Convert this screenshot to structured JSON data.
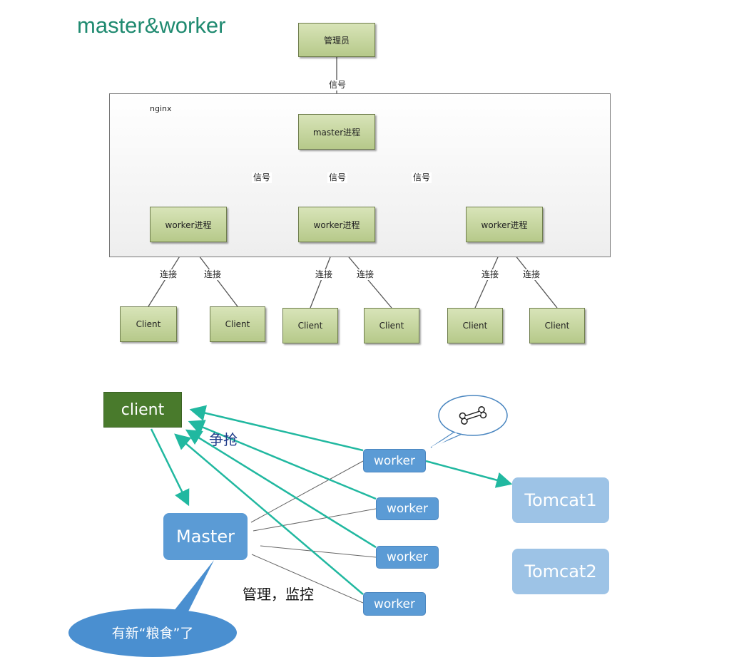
{
  "title": "master&worker",
  "top_diagram": {
    "manager": "管理员",
    "nginx_label": "nginx",
    "master": "master进程",
    "workers": [
      "worker进程",
      "worker进程",
      "worker进程"
    ],
    "signal_label": "信号",
    "connect_label": "连接",
    "clients": [
      "Client",
      "Client",
      "Client",
      "Client",
      "Client",
      "Client"
    ]
  },
  "bottom_diagram": {
    "client": "client",
    "compete_label": "争抢",
    "master": "Master",
    "workers": [
      "worker",
      "worker",
      "worker",
      "worker"
    ],
    "tomcats": [
      "Tomcat1",
      "Tomcat2"
    ],
    "manage_label": "管理，监控",
    "bubble_text": "有新“粮食”了",
    "bone_icon": "bone-icon",
    "colors": {
      "arrow": "#21b8a0",
      "node": "#5b9bd5",
      "tomcat": "#9dc3e6",
      "client": "#497a2c",
      "box_green": "#c6d6a0"
    }
  }
}
